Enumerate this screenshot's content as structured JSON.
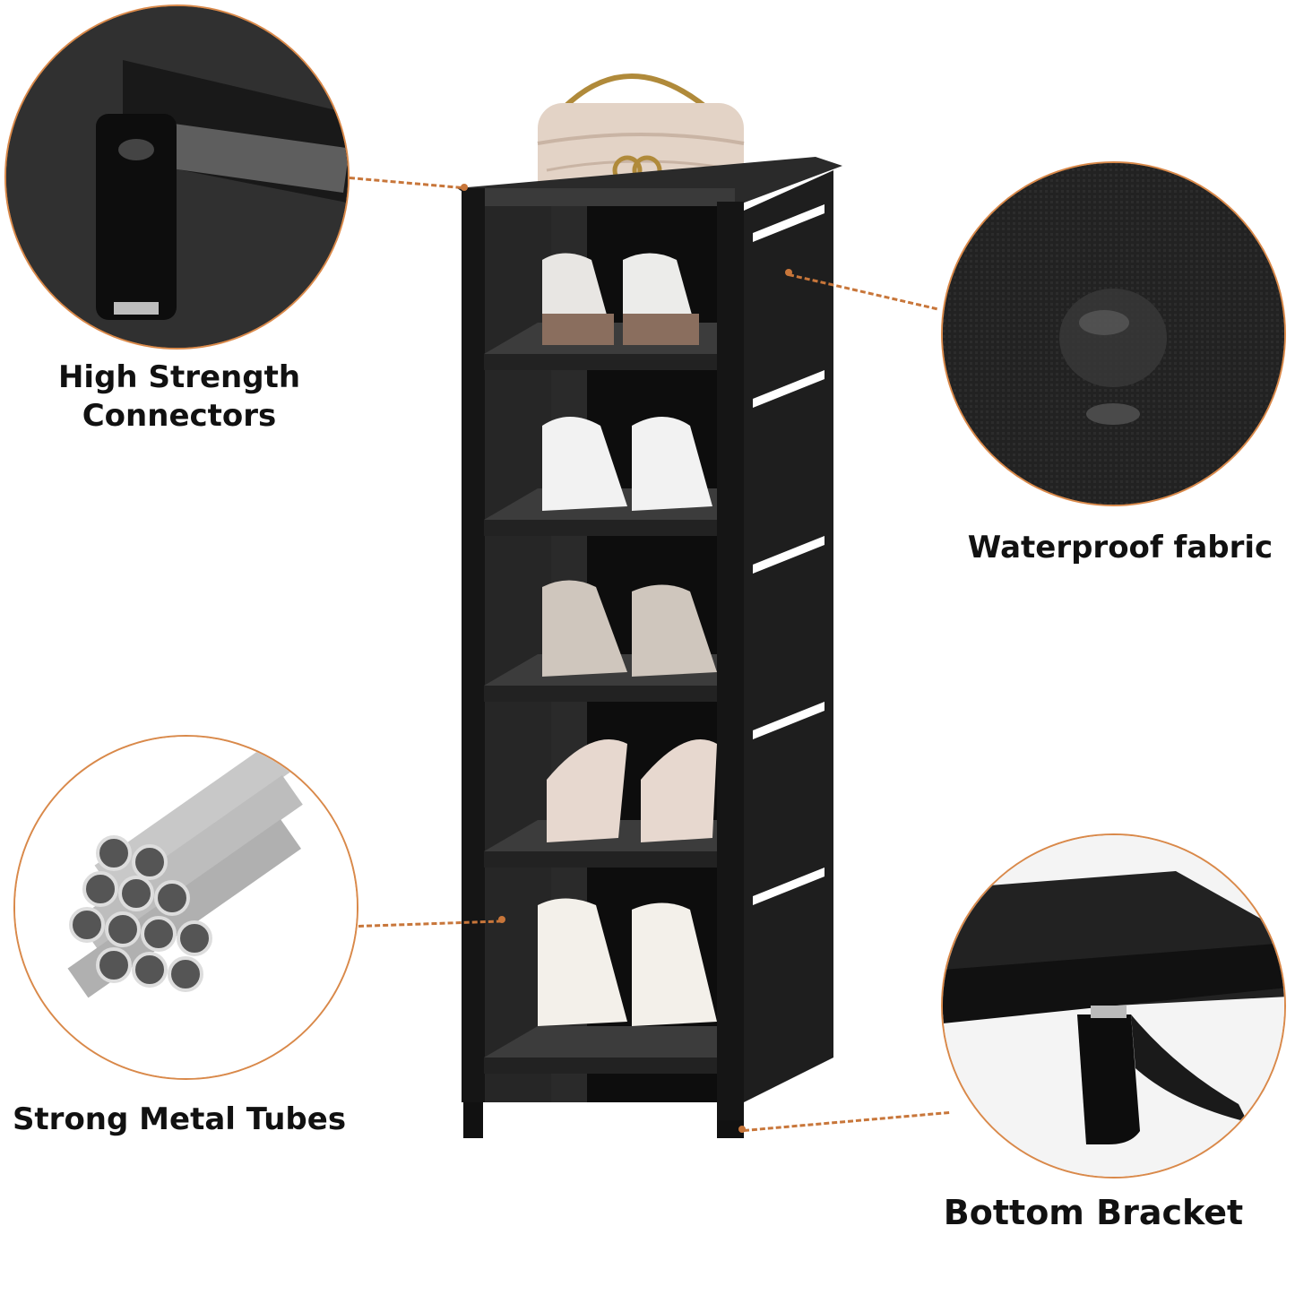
{
  "labels": {
    "connectors": [
      "High Strength",
      "Connectors"
    ],
    "fabric": "Waterproof fabric",
    "tubes": "Strong Metal Tubes",
    "bracket": "Bottom Bracket"
  },
  "colors": {
    "accent": "#c8763a",
    "rack": "#1c1c1c",
    "text": "#111111"
  },
  "icons": {
    "connector_detail": "connector-closeup-icon",
    "fabric_detail": "water-droplet-icon",
    "tubes_detail": "metal-tubes-icon",
    "bracket_detail": "bracket-closeup-icon"
  }
}
